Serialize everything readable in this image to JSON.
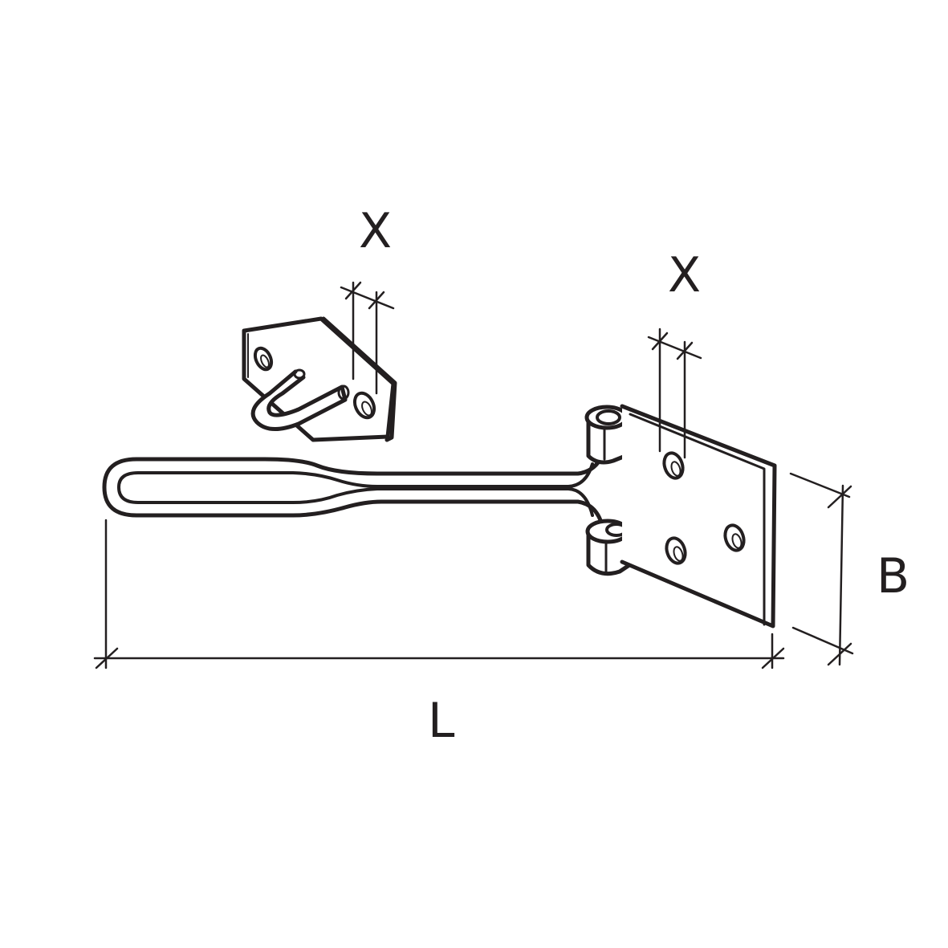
{
  "labels": {
    "staple_hole": "X",
    "plate_hole": "X",
    "width": "B",
    "length": "L"
  },
  "colors": {
    "line": "#231f20",
    "background": "#ffffff"
  }
}
